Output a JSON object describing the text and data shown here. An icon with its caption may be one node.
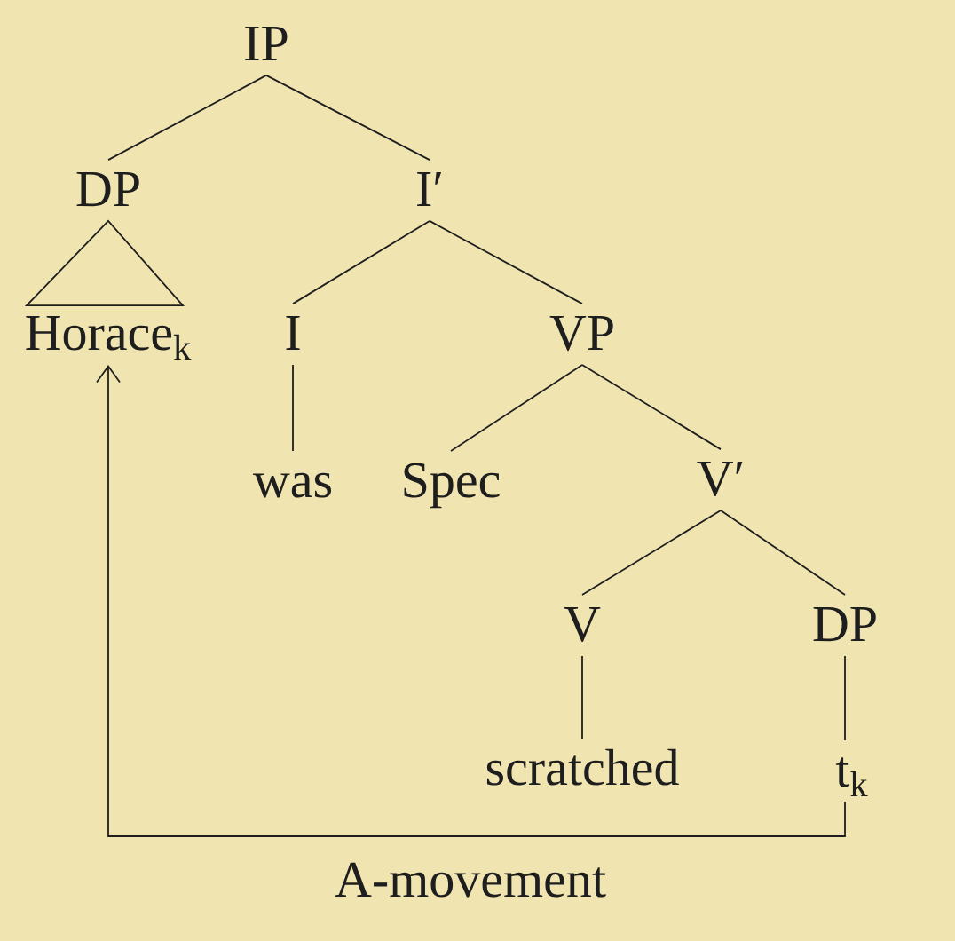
{
  "diagram": {
    "nodes": [
      {
        "text": [
          "IP"
        ]
      },
      {
        "text": [
          "DP"
        ]
      },
      {
        "text": [
          "I′"
        ]
      },
      {
        "text": [
          "Horace$_{k}$"
        ]
      },
      {
        "text": [
          "I"
        ]
      },
      {
        "text": [
          "VP"
        ]
      },
      {
        "text": [
          "was"
        ]
      },
      {
        "text": [
          "Spec"
        ]
      },
      {
        "text": [
          "V′"
        ]
      },
      {
        "text": [
          "V"
        ]
      },
      {
        "text": [
          "DP"
        ]
      },
      {
        "text": [
          "scratched"
        ]
      },
      {
        "text": [
          "t$_{k}$"
        ]
      }
    ],
    "edges": [
      {
        "from": 0,
        "to": 1,
        "arrow": "none"
      },
      {
        "from": 0,
        "to": 2,
        "arrow": "none"
      },
      {
        "from": 1,
        "to": 3,
        "arrow": "none"
      },
      {
        "from": 2,
        "to": 4,
        "arrow": "none"
      },
      {
        "from": 2,
        "to": 5,
        "arrow": "none"
      },
      {
        "from": 4,
        "to": 6,
        "arrow": "none"
      },
      {
        "from": 5,
        "to": 7,
        "arrow": "none"
      },
      {
        "from": 5,
        "to": 8,
        "arrow": "none"
      },
      {
        "from": 8,
        "to": 9,
        "arrow": "none"
      },
      {
        "from": 8,
        "to": 10,
        "arrow": "none"
      },
      {
        "from": 9,
        "to": 11,
        "arrow": "none"
      },
      {
        "from": 10,
        "to": 12,
        "arrow": "none"
      },
      {
        "from": 12,
        "to": 3,
        "arrow": "to",
        "label": "A-movement"
      }
    ]
  }
}
